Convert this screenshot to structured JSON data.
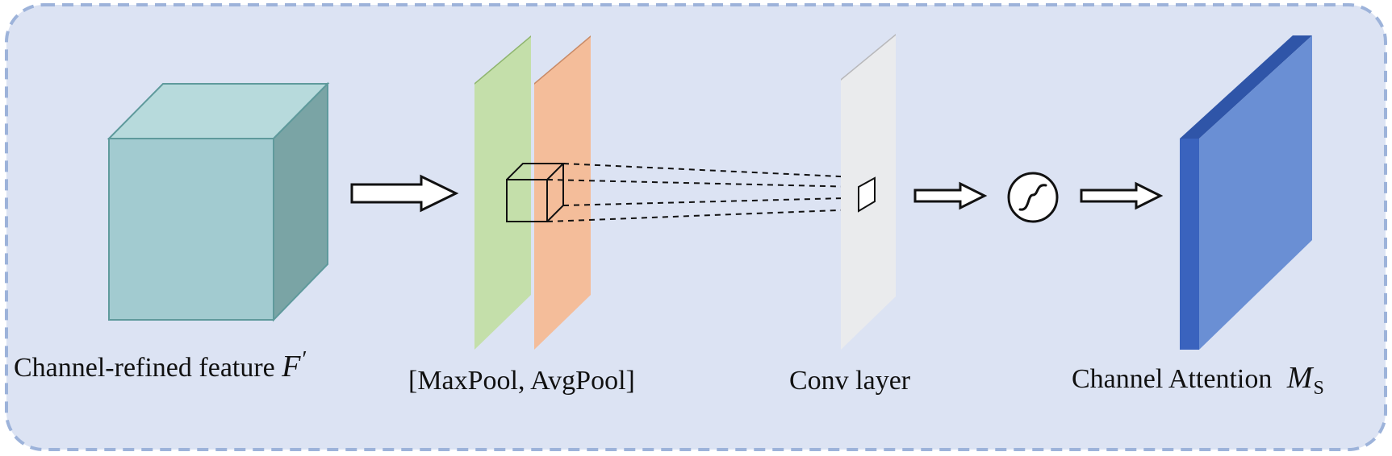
{
  "colors": {
    "background_panel": "#dce3f3",
    "panel_border": "#9db3da",
    "cube_front": "#a2cbd0",
    "cube_top": "#b7dadc",
    "cube_side": "#7aa4a5",
    "maxpool_plane": "#c4dfaa",
    "avgpool_plane": "#f4bd9a",
    "conv_plane": "#eaebed",
    "attention_front": "#6a8fd4",
    "attention_edge": "#3a63be",
    "arrow_fill": "#ffffff",
    "stroke": "#111111"
  },
  "icons": {
    "arrow": "right-arrow-icon",
    "sigmoid": "sigmoid-icon"
  },
  "labels": {
    "input_text": "Channel-refined feature",
    "input_symbol": "F",
    "input_prime": "′",
    "pool_text": "[MaxPool, AvgPool]",
    "conv_text": "Conv layer",
    "output_text": "Channel Attention",
    "output_symbol": "M",
    "output_subscript": "S"
  }
}
